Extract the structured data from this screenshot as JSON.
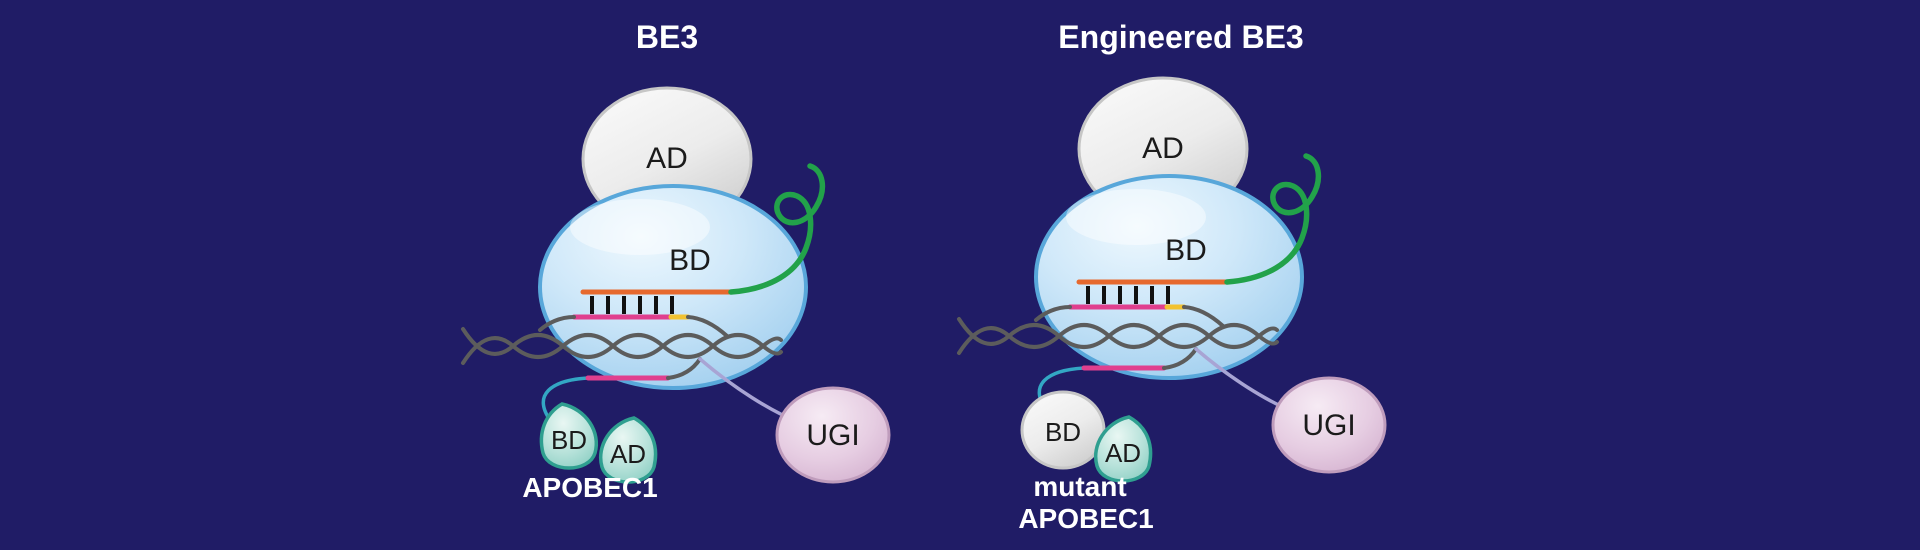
{
  "figure": {
    "type": "schematic-diagram",
    "description_visible_text_only": true,
    "background_color": "#201c66"
  },
  "panels": [
    {
      "title": "BE3",
      "cas9": {
        "ad": "AD",
        "bd": "BD"
      },
      "apobec1": {
        "bd": "BD",
        "ad": "AD",
        "label": "APOBEC1"
      },
      "ugi": "UGI"
    },
    {
      "title": "Engineered BE3",
      "cas9": {
        "ad": "AD",
        "bd": "BD"
      },
      "apobec1": {
        "bd": "BD",
        "ad": "AD",
        "label_line1": "mutant",
        "label_line2": "APOBEC1"
      },
      "ugi": "UGI"
    }
  ],
  "colors": {
    "background": "#201c66",
    "cas9_body": "#bfdef5",
    "cas9_stroke": "#58a7da",
    "ad_gray": "#e6e6e6",
    "sgrna_green": "#22a24a",
    "guide_orange": "#e6692e",
    "strand_pink": "#e03f8e",
    "pam_yellow": "#f2c230",
    "dna_gray": "#5c5c5c",
    "apobec_teal_fill": "#aaddd4",
    "apobec_teal_stroke": "#2f9f90",
    "ugi_fill": "#e3c9df",
    "ugi_stroke": "#bf9cbc",
    "linker_cyan": "#33a7c4",
    "linker_lavender": "#a8a4d4",
    "text_dark": "#1b1b1b",
    "text_white": "#ffffff"
  }
}
